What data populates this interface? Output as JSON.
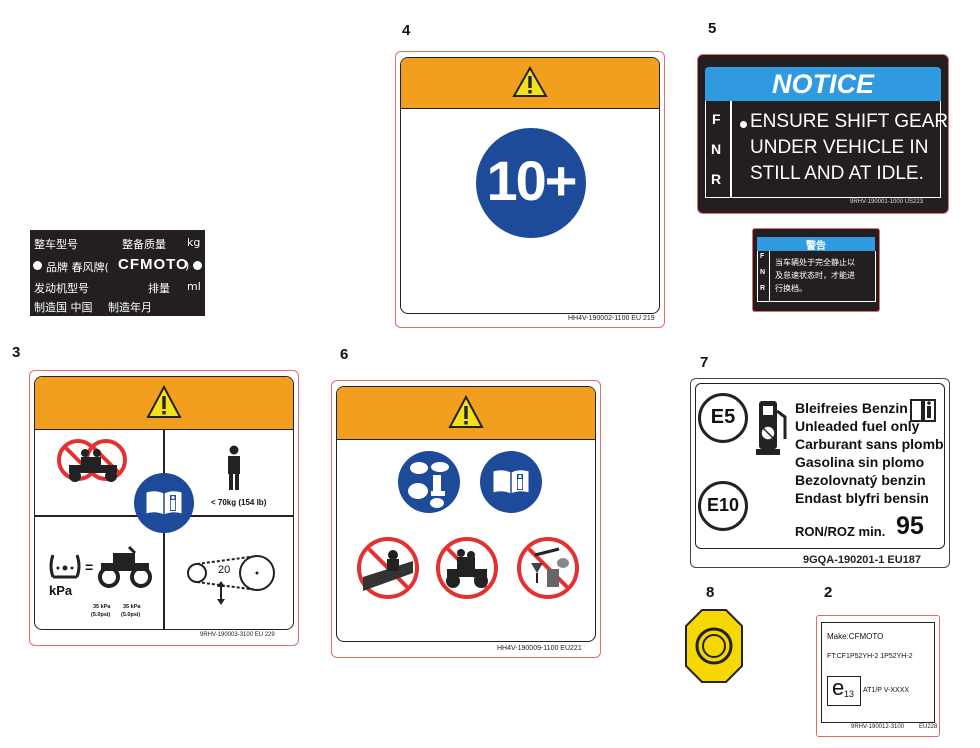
{
  "labels": {
    "l1": {
      "line1_left": "整车型号",
      "line1_mid": "整备质量",
      "line1_unit": "kg",
      "line2_text": "品牌 春风牌(",
      "line2_brand": "CFMOTO",
      "line2_close": ")",
      "line3_left": "发动机型号",
      "line3_mid": "排量",
      "line3_unit": "ml",
      "line4_left": "制造国 中国",
      "line4_mid": "制造年月"
    },
    "l4": {
      "number": "4",
      "age_text": "10+",
      "code": "HH4V-190002-1100  EU 219"
    },
    "l5": {
      "number": "5",
      "notice_title": "NOTICE",
      "fnr": [
        "F",
        "N",
        "R"
      ],
      "text_lines": [
        "ENSURE SHIFT GEARS",
        "UNDER VEHICLE IN",
        "STILL AND AT IDLE."
      ],
      "code": "9RHV-190001-1000  US223"
    },
    "l5b": {
      "title": "警告",
      "fnr": [
        "F",
        "N",
        "R"
      ],
      "text_lines": [
        "当车辆处于完全静止以",
        "及怠速状态时，才能进",
        "行换档。"
      ]
    },
    "l3": {
      "number": "3",
      "weight": "< 70kg (154 lb)",
      "pressure_unit": "kPa",
      "tire_left": "35 kPa",
      "tire_left_psi": "(5.0psi)",
      "tire_right": "35 kPa",
      "tire_right_psi": "(5.0psi)",
      "chain": "20",
      "code": "9RHV-190003-3100        EU  229"
    },
    "l6": {
      "number": "6",
      "code": "HH4V-190009-1100  EU221"
    },
    "l7": {
      "number": "7",
      "e5": "E5",
      "e10": "E10",
      "lines": [
        "Bleifreies Benzin",
        "Unleaded fuel only",
        "Carburant sans plomb",
        "Gasolina sin plomo",
        "Bezolovnatý benzin",
        "Endast blyfri bensin"
      ],
      "ron": "RON/ROZ min.",
      "ron_value": "95",
      "code": "9GQA-190201-1   EU187"
    },
    "l8": {
      "number": "8"
    },
    "l2": {
      "number": "2",
      "make": "Make:CFMOTO",
      "ft": "FT:CF1P52YH-2      1P52YH-2",
      "e13_e": "e",
      "e13_sub": "13",
      "at": "AT1/P   V-XXXX",
      "code": "9RHV-190012-3100",
      "eu": "EU228"
    }
  },
  "colors": {
    "warning_orange": "#f29e1e",
    "blue": "#1e4a9a",
    "red": "#e53030",
    "dark": "#231f20",
    "notice_blue": "#2f9ae0",
    "octagon_yellow": "#f5d800"
  }
}
